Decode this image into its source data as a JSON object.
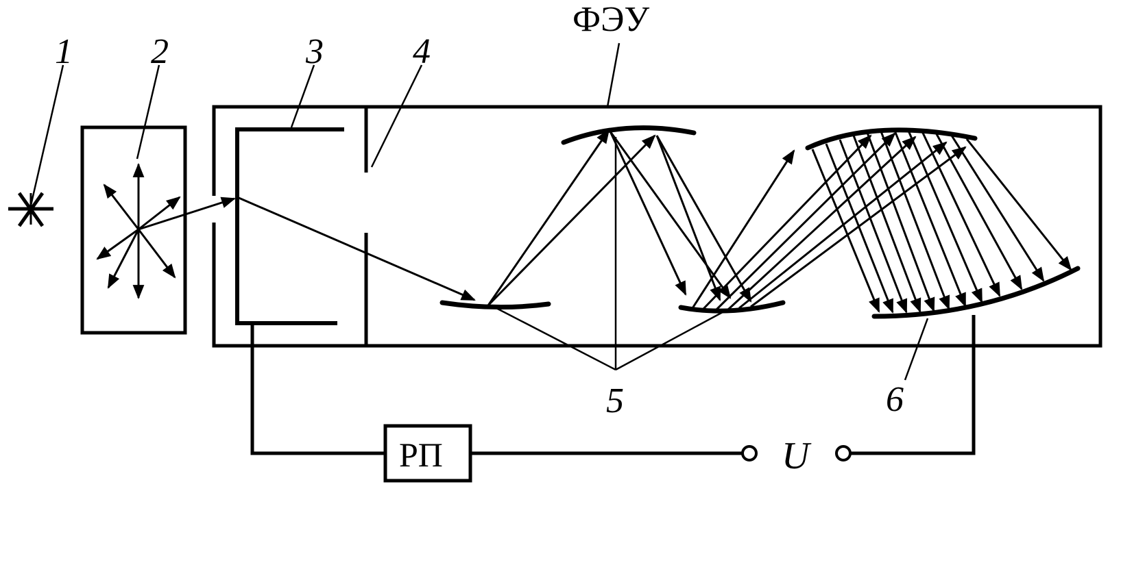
{
  "labels": {
    "source": "1",
    "scintillator": "2",
    "photocathode": "3",
    "focusing_electrode": "4",
    "dynodes": "5",
    "anode": "6",
    "pmt": "ФЭУ",
    "recorder": "РП",
    "voltage": "U"
  },
  "colors": {
    "ink": "#000000",
    "background": "#ffffff"
  }
}
